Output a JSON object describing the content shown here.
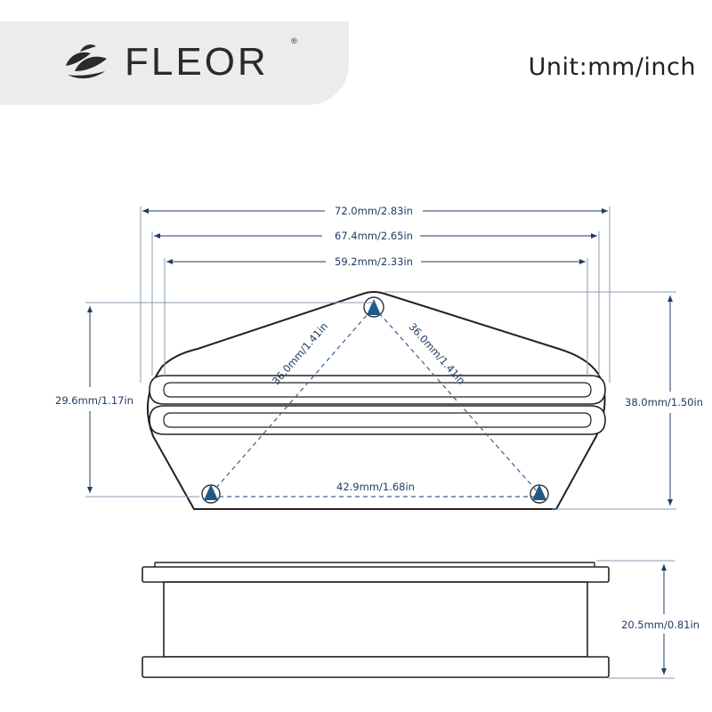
{
  "header": {
    "brand_name": "FLEOR",
    "registered_mark": "®",
    "logo_icon": "leaf-logo-icon",
    "unit_label": "Unit:mm/inch"
  },
  "top_view": {
    "overall_width": "72.0mm/2.83in",
    "inner_width": "67.4mm/2.65in",
    "rail_width": "59.2mm/2.33in",
    "left_height": "29.6mm/1.17in",
    "right_height": "38.0mm/1.50in",
    "left_diagonal": "36.0mm/1.41in",
    "right_diagonal": "36.0mm/1.41in",
    "hole_spacing": "42.9mm/1.68in"
  },
  "side_view": {
    "height": "20.5mm/0.81in"
  },
  "colors": {
    "dimension": "#1f3b63",
    "outline": "#222222",
    "brand_bar": "#ececec"
  }
}
